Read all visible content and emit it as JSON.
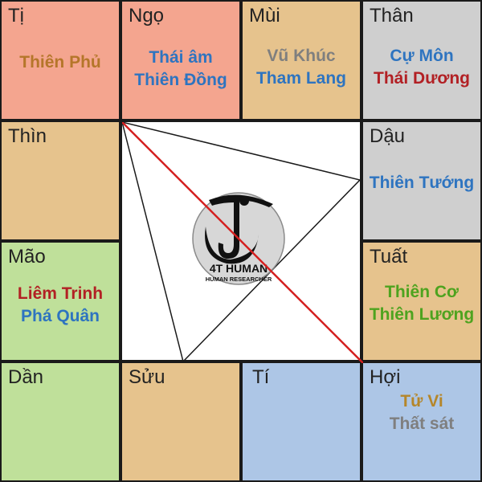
{
  "palaces": {
    "ti_top": {
      "name": "Tị",
      "stars": [
        "Thiên Phủ"
      ],
      "colors": [
        "#b5762a"
      ],
      "bg": "#f4a58f"
    },
    "ngo": {
      "name": "Ngọ",
      "stars": [
        "Thái âm",
        "Thiên Đồng"
      ],
      "colors": [
        "#2e74c0",
        "#2e74c0"
      ],
      "bg": "#f4a58f"
    },
    "mui": {
      "name": "Mùi",
      "stars": [
        "Vũ Khúc",
        "Tham Lang"
      ],
      "colors": [
        "#7f7f7f",
        "#2e74c0"
      ],
      "bg": "#e6c38d"
    },
    "than": {
      "name": "Thân",
      "stars": [
        "Cự Môn",
        "Thái Dương"
      ],
      "colors": [
        "#2e74c0",
        "#b22024"
      ],
      "bg": "#cfcfcf"
    },
    "thin": {
      "name": "Thìn",
      "stars": [],
      "colors": [],
      "bg": "#e6c38d"
    },
    "dau": {
      "name": "Dậu",
      "stars": [
        "Thiên Tướng"
      ],
      "colors": [
        "#2e74c0"
      ],
      "bg": "#cfcfcf"
    },
    "mao": {
      "name": "Mão",
      "stars": [
        "Liêm Trinh",
        "Phá Quân"
      ],
      "colors": [
        "#b22024",
        "#2e74c0"
      ],
      "bg": "#bfe09a"
    },
    "tuat": {
      "name": "Tuất",
      "stars": [
        "Thiên Cơ",
        "Thiên Lương"
      ],
      "colors": [
        "#4ea31f",
        "#4ea31f"
      ],
      "bg": "#e6c38d"
    },
    "dan": {
      "name": "Dần",
      "stars": [],
      "colors": [],
      "bg": "#bfe09a"
    },
    "suu": {
      "name": "Sửu",
      "stars": [],
      "colors": [],
      "bg": "#e6c38d"
    },
    "ti_bottom": {
      "name": "Tí",
      "stars": [],
      "colors": [],
      "bg": "#adc6e6"
    },
    "hoi": {
      "name": "Hợi",
      "stars": [
        "Tử Vi",
        "Thất sát"
      ],
      "colors": [
        "#b5862a",
        "#7f7f7f"
      ],
      "bg": "#adc6e6"
    }
  },
  "center": {
    "logo_title": "4T HUMAN",
    "logo_subtitle": "HUMAN RESEARCHER",
    "line_color": "#d42020"
  }
}
